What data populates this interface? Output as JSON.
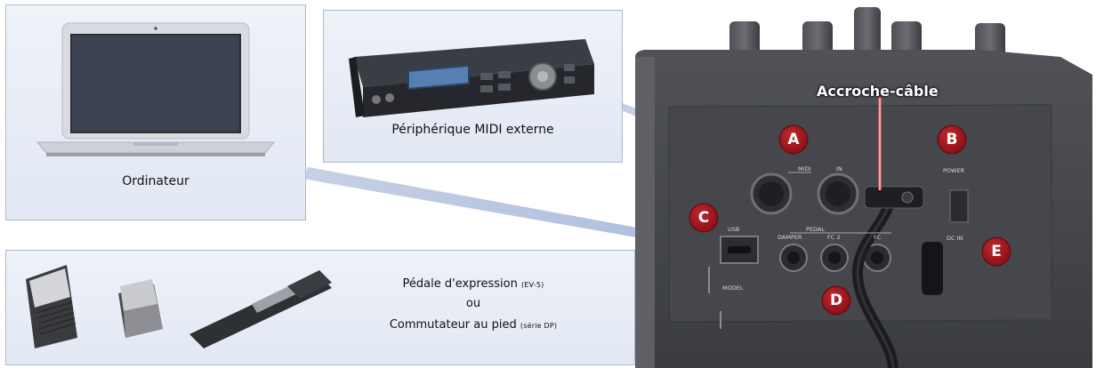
{
  "labels": {
    "computer": "Ordinateur",
    "midi_device": "Périphérique MIDI externe",
    "pedal_line1": "Pédale d'expression",
    "pedal_line1_small": "(EV-5)",
    "pedal_line2": "ou",
    "pedal_line3": "Commutateur au pied",
    "pedal_line3_small": "(série DP)",
    "cable_hook": "Accroche-câble"
  },
  "badges": {
    "a": "A",
    "b": "B",
    "c": "C",
    "d": "D",
    "e": "E"
  },
  "device_labels": {
    "midi": "MIDI",
    "in": "IN",
    "power": "POWER",
    "usb": "USB",
    "pedal": "PEDAL",
    "damper": "DAMPER",
    "fc2": "FC 2",
    "fc": "FC",
    "dcin": "DC IN",
    "model": "MODEL"
  },
  "colors": {
    "panel_bg": "#e8edf6",
    "panel_border": "#aeb9cc",
    "connector": "#b8c6e0",
    "badge": "#a11a22",
    "cable_hook_line": "#ff5a5a"
  }
}
